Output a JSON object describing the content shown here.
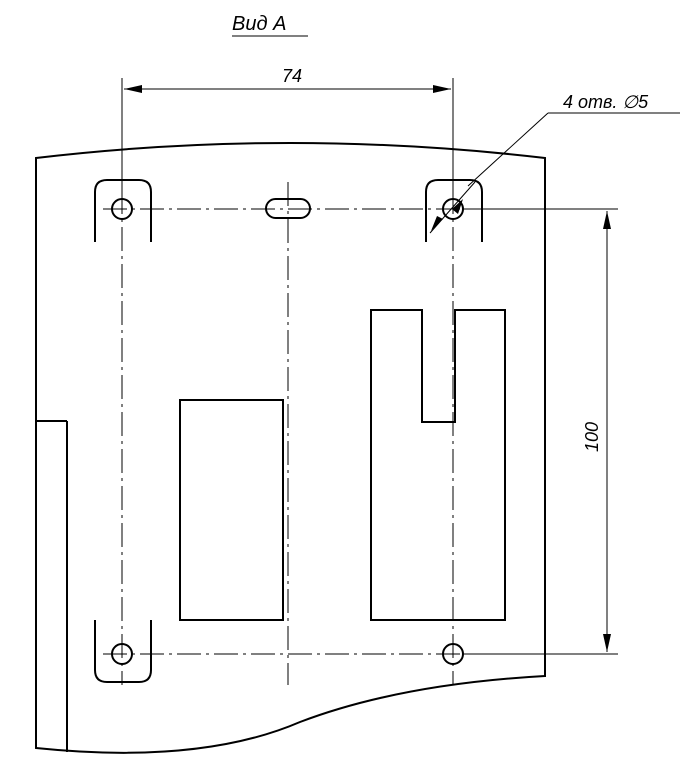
{
  "view": {
    "title": "Вид А"
  },
  "dimensions": {
    "horizontal": "74",
    "vertical": "100",
    "holes": "4 отв. ∅5"
  },
  "colors": {
    "ink": "#000000",
    "background": "#ffffff"
  }
}
